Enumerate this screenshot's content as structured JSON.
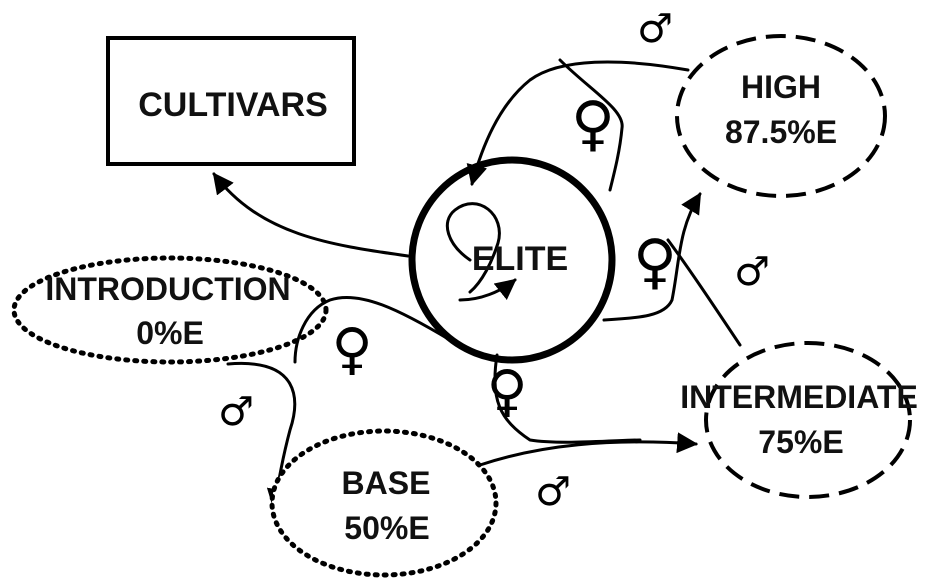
{
  "nodes": {
    "cultivars": {
      "label": "CULTIVARS"
    },
    "elite": {
      "label": "ELITE"
    },
    "high": {
      "line1": "HIGH",
      "line2": "87.5%E"
    },
    "intermediate": {
      "line1": "INTERMEDIATE",
      "line2": "75%E"
    },
    "base": {
      "line1": "BASE",
      "line2": "50%E"
    },
    "introduction": {
      "line1": "INTRODUCTION",
      "line2": "0%E"
    }
  },
  "symbols": {
    "male": "♂",
    "female": "♀"
  },
  "colors": {
    "ink": "#000000",
    "background": "#ffffff"
  }
}
